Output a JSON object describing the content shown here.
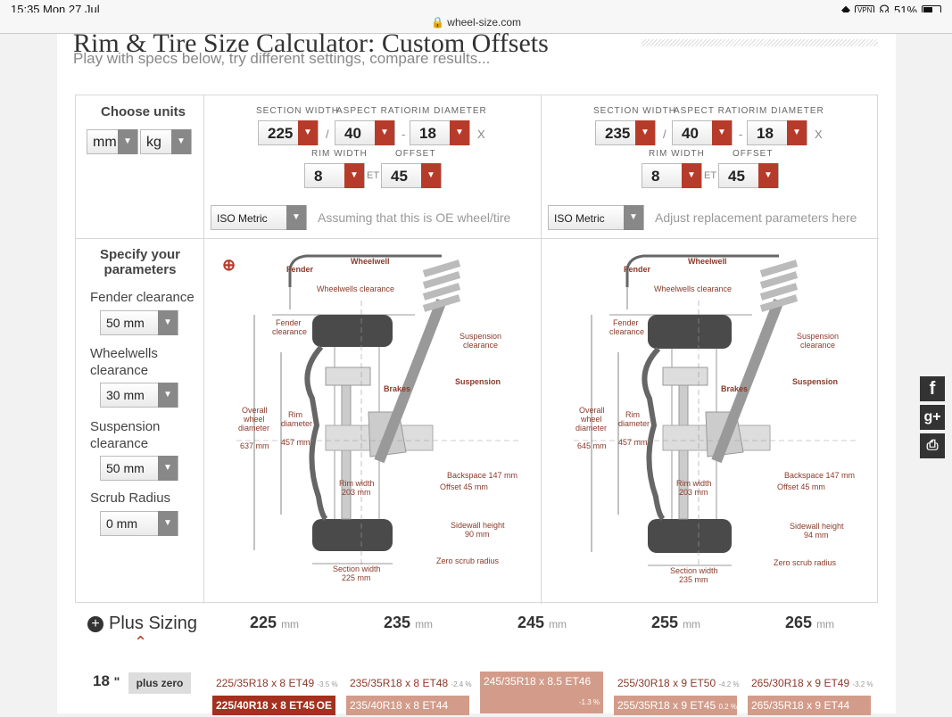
{
  "status": {
    "time": "15:35",
    "date": "Mon 27 Jul",
    "vpn": "VPN",
    "battery": "51%",
    "url": "wheel-size.com"
  },
  "page": {
    "title": "Rim & Tire Size Calculator: Custom Offsets",
    "subtitle": "Play with specs below, try different settings, compare results..."
  },
  "units": {
    "heading": "Choose units",
    "length": "mm",
    "weight": "kg"
  },
  "labels": {
    "section_width": "SECTION WIDTH",
    "aspect_ratio": "ASPECT RATIO",
    "rim_diameter": "RIM DIAMETER",
    "rim_width": "RIM WIDTH",
    "offset": "OFFSET",
    "et": "ET",
    "slash": "/",
    "dash": "-",
    "x": "X"
  },
  "oe": {
    "section_width": "225",
    "aspect_ratio": "40",
    "rim_diameter": "18",
    "rim_width": "8",
    "offset": "45",
    "system": "ISO Metric",
    "note": "Assuming that this is OE wheel/tire"
  },
  "repl": {
    "section_width": "235",
    "aspect_ratio": "40",
    "rim_diameter": "18",
    "rim_width": "8",
    "offset": "45",
    "system": "ISO Metric",
    "note": "Adjust replacement parameters here"
  },
  "params": {
    "heading": "Specify your parameters",
    "fender_label": "Fender clearance",
    "fender_value": "50 mm",
    "wheelwells_label": "Wheelwells clearance",
    "wheelwells_value": "30 mm",
    "suspension_label": "Suspension clearance",
    "suspension_value": "50 mm",
    "scrub_label": "Scrub Radius",
    "scrub_value": "0 mm"
  },
  "diagram": {
    "fender": "Fender",
    "wheelwell": "Wheelwell",
    "wheelwells_clearance": "Wheelwells clearance",
    "fender_clearance_1": "Fender",
    "fender_clearance_2": "clearance",
    "susp_clearance_1": "Suspension",
    "susp_clearance_2": "clearance",
    "suspension": "Suspension",
    "brakes": "Brakes",
    "overall_1": "Overall",
    "overall_2": "wheel",
    "overall_3": "diameter",
    "rim_1": "Rim",
    "rim_2": "diameter",
    "rim_width": "Rim width",
    "sidewall": "Sidewall height",
    "zero_scrub": "Zero scrub radius",
    "section_width": "Section width",
    "left": {
      "overall": "637 mm",
      "rim_dia": "457 mm",
      "backspace": "Backspace 147 mm",
      "offset": "Offset 45 mm",
      "rim_width": "203 mm",
      "sidewall": "90 mm",
      "section": "225 mm"
    },
    "right": {
      "overall": "645 mm",
      "rim_dia": "457 mm",
      "backspace": "Backspace 147 mm",
      "offset": "Offset 45 mm",
      "rim_width": "203 mm",
      "sidewall": "94 mm",
      "section": "235 mm"
    }
  },
  "plus_sizing": {
    "title": "Plus Sizing",
    "widths": [
      {
        "value": "225",
        "unit": "mm"
      },
      {
        "value": "235",
        "unit": "mm"
      },
      {
        "value": "245",
        "unit": "mm"
      },
      {
        "value": "255",
        "unit": "mm"
      },
      {
        "value": "265",
        "unit": "mm"
      }
    ],
    "rim": "18",
    "rim_unit": "\"",
    "plus_zero": "plus zero",
    "row1": [
      {
        "size": "225/35R18",
        "x": "x",
        "w": "8",
        "et": "ET49",
        "pct": "-3.5 %"
      },
      {
        "size": "235/35R18",
        "x": "x",
        "w": "8",
        "et": "ET48",
        "pct": "-2.4 %"
      },
      {
        "size": "245/35R18",
        "x": "x",
        "w": "8.5",
        "et": "ET46",
        "pct": "-1.3 %"
      },
      {
        "size": "255/30R18",
        "x": "x",
        "w": "9",
        "et": "ET50",
        "pct": "-4.2 %"
      },
      {
        "size": "265/30R18",
        "x": "x",
        "w": "9",
        "et": "ET49",
        "pct": "-3.2 %"
      }
    ],
    "row2": [
      {
        "size": "225/40R18",
        "x": "x",
        "w": "8",
        "et": "ET45",
        "pct": "OE"
      },
      {
        "size": "235/40R18",
        "x": "x",
        "w": "8",
        "et": "ET44",
        "pct": ""
      },
      {
        "size": "",
        "x": "",
        "w": "",
        "et": "",
        "pct": ""
      },
      {
        "size": "255/35R18",
        "x": "x",
        "w": "9",
        "et": "ET45",
        "pct": "0.2 %"
      },
      {
        "size": "265/35R18",
        "x": "x",
        "w": "9",
        "et": "ET44",
        "pct": ""
      }
    ]
  },
  "social": {
    "facebook": "f",
    "gplus": "g+",
    "print": "print"
  }
}
